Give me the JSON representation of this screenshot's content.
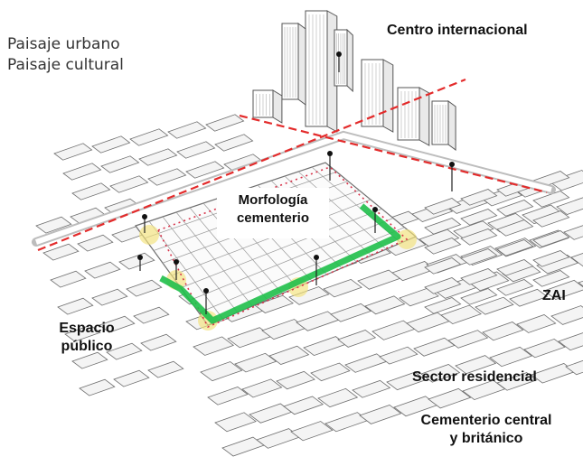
{
  "labels": {
    "landscape_urban": "Paisaje urbano",
    "landscape_cultural": "Paisaje cultural",
    "international_center": "Centro internacional",
    "cemetery_morphology_line1": "Morfología",
    "cemetery_morphology_line2": "cementerio",
    "zai": "ZAI",
    "public_space_line1": "Espacio",
    "public_space_line2": "público",
    "residential_sector": "Sector residencial",
    "cemetery_line1": "Cementerio central",
    "cemetery_line2": "y británico"
  },
  "colors": {
    "axis_line": "#e32b2b",
    "green_path": "#1fbf4a",
    "dotted_path": "#d8334a",
    "node_highlight": "#f3e27a",
    "building_stroke": "#6f6f6f",
    "block_fill": "#f4f4f4"
  },
  "icons": {
    "node_marker": "pin-icon"
  }
}
